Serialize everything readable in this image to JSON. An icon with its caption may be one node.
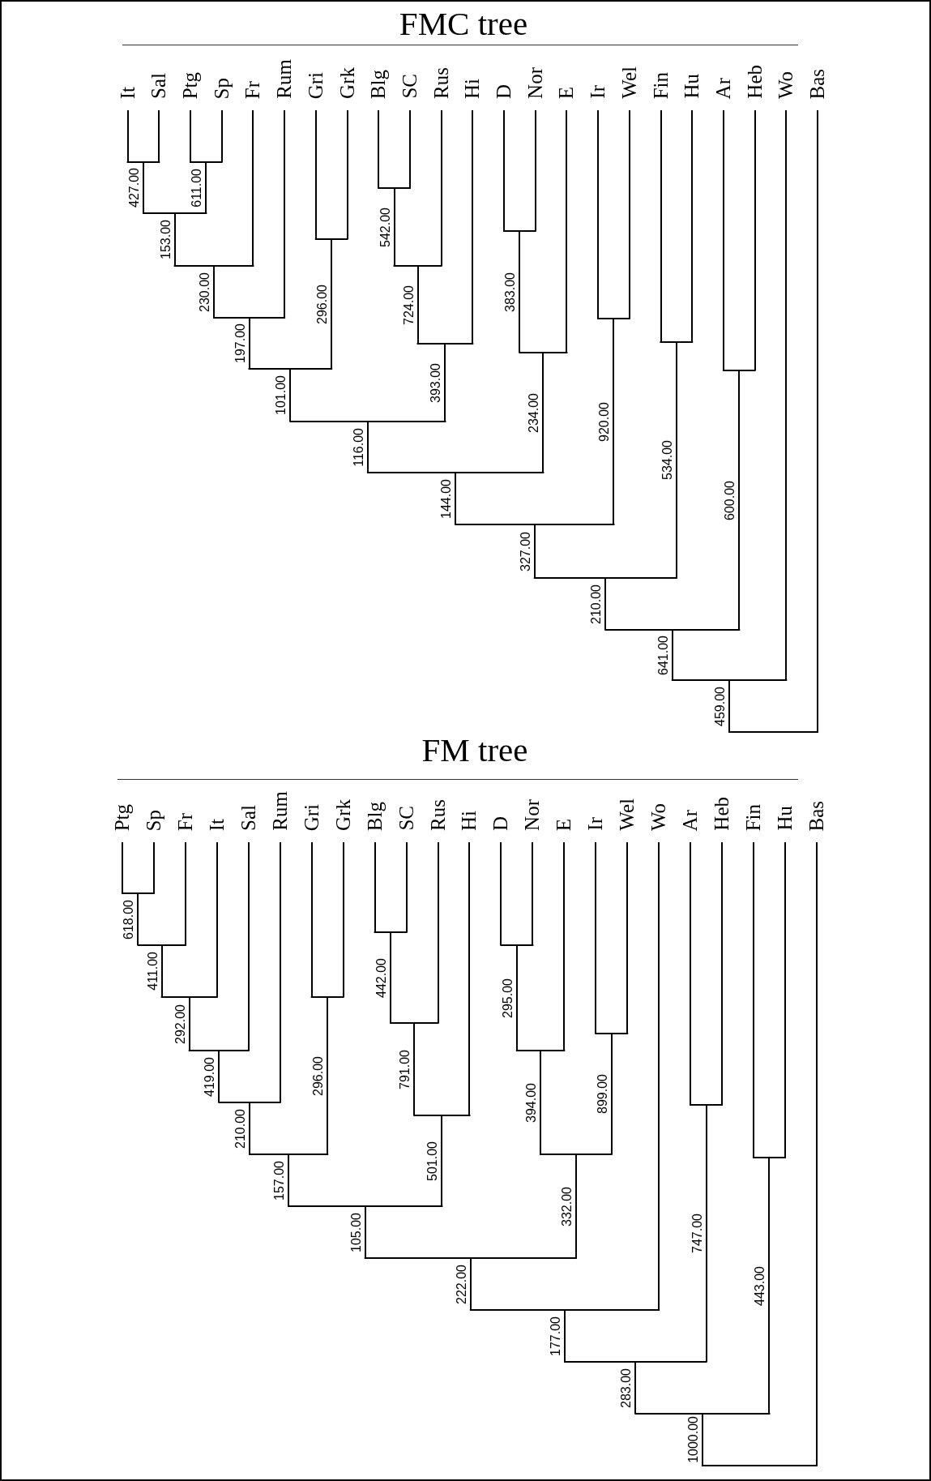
{
  "diagram": {
    "nodes": [
      {
        "text": [
          "FMC tree"
        ]
      },
      {
        "text": [
          "It"
        ],
        "in": 0
      },
      {
        "text": [
          "Sal"
        ],
        "in": 0
      },
      {
        "text": [
          "Ptg"
        ],
        "in": 0
      },
      {
        "text": [
          "Sp"
        ],
        "in": 0
      },
      {
        "text": [
          "Fr"
        ],
        "in": 0
      },
      {
        "text": [
          "Rum"
        ],
        "in": 0
      },
      {
        "text": [
          "Gri"
        ],
        "in": 0
      },
      {
        "text": [
          "Grk"
        ],
        "in": 0
      },
      {
        "text": [
          "Blg"
        ],
        "in": 0
      },
      {
        "text": [
          "SC"
        ],
        "in": 0
      },
      {
        "text": [
          "Rus"
        ],
        "in": 0
      },
      {
        "text": [
          "Hi"
        ],
        "in": 0
      },
      {
        "text": [
          "D"
        ],
        "in": 0
      },
      {
        "text": [
          "Nor"
        ],
        "in": 0
      },
      {
        "text": [
          "E"
        ],
        "in": 0
      },
      {
        "text": [
          "Ir"
        ],
        "in": 0
      },
      {
        "text": [
          "Wel"
        ],
        "in": 0
      },
      {
        "text": [
          "Fin"
        ],
        "in": 0
      },
      {
        "text": [
          "Hu"
        ],
        "in": 0
      },
      {
        "text": [
          "Ar"
        ],
        "in": 0
      },
      {
        "text": [
          "Heb"
        ],
        "in": 0
      },
      {
        "text": [
          "Wo"
        ],
        "in": 0
      },
      {
        "text": [
          "Bas"
        ],
        "in": 0
      },
      {
        "text": [
          "427.00"
        ],
        "in": 0
      },
      {
        "text": [
          "611.00"
        ],
        "in": 0
      },
      {
        "text": [
          "153.00"
        ],
        "in": 0
      },
      {
        "text": [
          "542.00"
        ],
        "in": 0
      },
      {
        "text": [
          "383.00"
        ],
        "in": 0
      },
      {
        "text": [
          "296.00"
        ],
        "in": 0
      },
      {
        "text": [
          "230.00"
        ],
        "in": 0
      },
      {
        "text": [
          "724.00"
        ],
        "in": 0
      },
      {
        "text": [
          "197.00"
        ],
        "in": 0
      },
      {
        "text": [
          "920.00"
        ],
        "in": 0
      },
      {
        "text": [
          "534.00"
        ],
        "in": 0
      },
      {
        "text": [
          "393.00"
        ],
        "in": 0
      },
      {
        "text": [
          "234.00"
        ],
        "in": 0
      },
      {
        "text": [
          "101.00"
        ],
        "in": 0
      },
      {
        "text": [
          "600.00"
        ],
        "in": 0
      },
      {
        "text": [
          "116.00"
        ],
        "in": 0
      },
      {
        "text": [
          "144.00"
        ],
        "in": 0
      },
      {
        "text": [
          "327.00"
        ],
        "in": 0
      },
      {
        "text": [
          "210.00"
        ],
        "in": 0
      },
      {
        "text": [
          "641.00"
        ],
        "in": 0
      },
      {
        "text": [
          "459.00"
        ],
        "in": 0
      },
      {
        "text": [
          "FM tree"
        ]
      },
      {
        "text": [
          "Ptg"
        ],
        "in": 45
      },
      {
        "text": [
          "Sp"
        ],
        "in": 45
      },
      {
        "text": [
          "Fr"
        ],
        "in": 45
      },
      {
        "text": [
          "It"
        ],
        "in": 45
      },
      {
        "text": [
          "Sal"
        ],
        "in": 45
      },
      {
        "text": [
          "Rum"
        ],
        "in": 45
      },
      {
        "text": [
          "Gri"
        ],
        "in": 45
      },
      {
        "text": [
          "Grk"
        ],
        "in": 45
      },
      {
        "text": [
          "Blg"
        ],
        "in": 45
      },
      {
        "text": [
          "SC"
        ],
        "in": 45
      },
      {
        "text": [
          "Rus"
        ],
        "in": 45
      },
      {
        "text": [
          "Hi"
        ],
        "in": 45
      },
      {
        "text": [
          "D"
        ],
        "in": 45
      },
      {
        "text": [
          "Nor"
        ],
        "in": 45
      },
      {
        "text": [
          "E"
        ],
        "in": 45
      },
      {
        "text": [
          "Ir"
        ],
        "in": 45
      },
      {
        "text": [
          "Wel"
        ],
        "in": 45
      },
      {
        "text": [
          "Wo"
        ],
        "in": 45
      },
      {
        "text": [
          "Ar"
        ],
        "in": 45
      },
      {
        "text": [
          "Heb"
        ],
        "in": 45
      },
      {
        "text": [
          "Fin"
        ],
        "in": 45
      },
      {
        "text": [
          "Hu"
        ],
        "in": 45
      },
      {
        "text": [
          "Bas"
        ],
        "in": 45
      },
      {
        "text": [
          "618.00"
        ],
        "in": 45
      },
      {
        "text": [
          "442.00"
        ],
        "in": 45
      },
      {
        "text": [
          "411.00"
        ],
        "in": 45
      },
      {
        "text": [
          "295.00"
        ],
        "in": 45
      },
      {
        "text": [
          "292.00"
        ],
        "in": 45
      },
      {
        "text": [
          "296.00"
        ],
        "in": 45
      },
      {
        "text": [
          "791.00"
        ],
        "in": 45
      },
      {
        "text": [
          "899.00"
        ],
        "in": 45
      },
      {
        "text": [
          "419.00"
        ],
        "in": 45
      },
      {
        "text": [
          "394.00"
        ],
        "in": 45
      },
      {
        "text": [
          "210.00"
        ],
        "in": 45
      },
      {
        "text": [
          "747.00"
        ],
        "in": 45
      },
      {
        "text": [
          "501.00"
        ],
        "in": 45
      },
      {
        "text": [
          "157.00"
        ],
        "in": 45
      },
      {
        "text": [
          "332.00"
        ],
        "in": 45
      },
      {
        "text": [
          "443.00"
        ],
        "in": 45
      },
      {
        "text": [
          "105.00"
        ],
        "in": 45
      },
      {
        "text": [
          "222.00"
        ],
        "in": 45
      },
      {
        "text": [
          "177.00"
        ],
        "in": 45
      },
      {
        "text": [
          "283.00"
        ],
        "in": 45
      },
      {
        "text": [
          "1000.00"
        ],
        "in": 45
      }
    ],
    "edges": [
      {
        "from": 24,
        "to": 1,
        "arrow": "none"
      },
      {
        "from": 24,
        "to": 2,
        "arrow": "none"
      },
      {
        "from": 25,
        "to": 3,
        "arrow": "none"
      },
      {
        "from": 25,
        "to": 4,
        "arrow": "none"
      },
      {
        "from": 26,
        "to": 24,
        "arrow": "none"
      },
      {
        "from": 26,
        "to": 25,
        "arrow": "none"
      },
      {
        "from": 27,
        "to": 9,
        "arrow": "none"
      },
      {
        "from": 27,
        "to": 10,
        "arrow": "none"
      },
      {
        "from": 28,
        "to": 13,
        "arrow": "none"
      },
      {
        "from": 28,
        "to": 14,
        "arrow": "none"
      },
      {
        "from": 29,
        "to": 7,
        "arrow": "none"
      },
      {
        "from": 29,
        "to": 8,
        "arrow": "none"
      },
      {
        "from": 30,
        "to": 26,
        "arrow": "none"
      },
      {
        "from": 30,
        "to": 5,
        "arrow": "none"
      },
      {
        "from": 31,
        "to": 27,
        "arrow": "none"
      },
      {
        "from": 31,
        "to": 11,
        "arrow": "none"
      },
      {
        "from": 32,
        "to": 30,
        "arrow": "none"
      },
      {
        "from": 32,
        "to": 6,
        "arrow": "none"
      },
      {
        "from": 33,
        "to": 16,
        "arrow": "none"
      },
      {
        "from": 33,
        "to": 17,
        "arrow": "none"
      },
      {
        "from": 34,
        "to": 18,
        "arrow": "none"
      },
      {
        "from": 34,
        "to": 19,
        "arrow": "none"
      },
      {
        "from": 35,
        "to": 31,
        "arrow": "none"
      },
      {
        "from": 35,
        "to": 12,
        "arrow": "none"
      },
      {
        "from": 36,
        "to": 28,
        "arrow": "none"
      },
      {
        "from": 36,
        "to": 15,
        "arrow": "none"
      },
      {
        "from": 37,
        "to": 32,
        "arrow": "none"
      },
      {
        "from": 37,
        "to": 29,
        "arrow": "none"
      },
      {
        "from": 38,
        "to": 20,
        "arrow": "none"
      },
      {
        "from": 38,
        "to": 21,
        "arrow": "none"
      },
      {
        "from": 39,
        "to": 37,
        "arrow": "none"
      },
      {
        "from": 39,
        "to": 35,
        "arrow": "none"
      },
      {
        "from": 40,
        "to": 39,
        "arrow": "none"
      },
      {
        "from": 40,
        "to": 36,
        "arrow": "none"
      },
      {
        "from": 41,
        "to": 40,
        "arrow": "none"
      },
      {
        "from": 41,
        "to": 33,
        "arrow": "none"
      },
      {
        "from": 42,
        "to": 41,
        "arrow": "none"
      },
      {
        "from": 42,
        "to": 34,
        "arrow": "none"
      },
      {
        "from": 43,
        "to": 42,
        "arrow": "none"
      },
      {
        "from": 43,
        "to": 38,
        "arrow": "none"
      },
      {
        "from": 44,
        "to": 43,
        "arrow": "none"
      },
      {
        "from": 44,
        "to": 22,
        "arrow": "none"
      },
      {
        "from": 44,
        "to": 23,
        "arrow": "none"
      },
      {
        "from": 69,
        "to": 46,
        "arrow": "none"
      },
      {
        "from": 69,
        "to": 47,
        "arrow": "none"
      },
      {
        "from": 70,
        "to": 54,
        "arrow": "none"
      },
      {
        "from": 70,
        "to": 55,
        "arrow": "none"
      },
      {
        "from": 71,
        "to": 69,
        "arrow": "none"
      },
      {
        "from": 71,
        "to": 48,
        "arrow": "none"
      },
      {
        "from": 72,
        "to": 58,
        "arrow": "none"
      },
      {
        "from": 72,
        "to": 59,
        "arrow": "none"
      },
      {
        "from": 73,
        "to": 71,
        "arrow": "none"
      },
      {
        "from": 73,
        "to": 49,
        "arrow": "none"
      },
      {
        "from": 74,
        "to": 52,
        "arrow": "none"
      },
      {
        "from": 74,
        "to": 53,
        "arrow": "none"
      },
      {
        "from": 75,
        "to": 70,
        "arrow": "none"
      },
      {
        "from": 75,
        "to": 56,
        "arrow": "none"
      },
      {
        "from": 76,
        "to": 61,
        "arrow": "none"
      },
      {
        "from": 76,
        "to": 62,
        "arrow": "none"
      },
      {
        "from": 77,
        "to": 73,
        "arrow": "none"
      },
      {
        "from": 77,
        "to": 50,
        "arrow": "none"
      },
      {
        "from": 78,
        "to": 72,
        "arrow": "none"
      },
      {
        "from": 78,
        "to": 60,
        "arrow": "none"
      },
      {
        "from": 79,
        "to": 77,
        "arrow": "none"
      },
      {
        "from": 79,
        "to": 51,
        "arrow": "none"
      },
      {
        "from": 80,
        "to": 64,
        "arrow": "none"
      },
      {
        "from": 80,
        "to": 65,
        "arrow": "none"
      },
      {
        "from": 81,
        "to": 75,
        "arrow": "none"
      },
      {
        "from": 81,
        "to": 57,
        "arrow": "none"
      },
      {
        "from": 82,
        "to": 79,
        "arrow": "none"
      },
      {
        "from": 82,
        "to": 74,
        "arrow": "none"
      },
      {
        "from": 83,
        "to": 78,
        "arrow": "none"
      },
      {
        "from": 83,
        "to": 76,
        "arrow": "none"
      },
      {
        "from": 84,
        "to": 66,
        "arrow": "none"
      },
      {
        "from": 84,
        "to": 67,
        "arrow": "none"
      },
      {
        "from": 85,
        "to": 82,
        "arrow": "none"
      },
      {
        "from": 85,
        "to": 81,
        "arrow": "none"
      },
      {
        "from": 86,
        "to": 85,
        "arrow": "none"
      },
      {
        "from": 86,
        "to": 83,
        "arrow": "none"
      },
      {
        "from": 87,
        "to": 86,
        "arrow": "none"
      },
      {
        "from": 87,
        "to": 63,
        "arrow": "none"
      },
      {
        "from": 88,
        "to": 87,
        "arrow": "none"
      },
      {
        "from": 88,
        "to": 80,
        "arrow": "none"
      },
      {
        "from": 89,
        "to": 88,
        "arrow": "none"
      },
      {
        "from": 89,
        "to": 84,
        "arrow": "none"
      },
      {
        "from": 89,
        "to": 68,
        "arrow": "none"
      }
    ]
  }
}
